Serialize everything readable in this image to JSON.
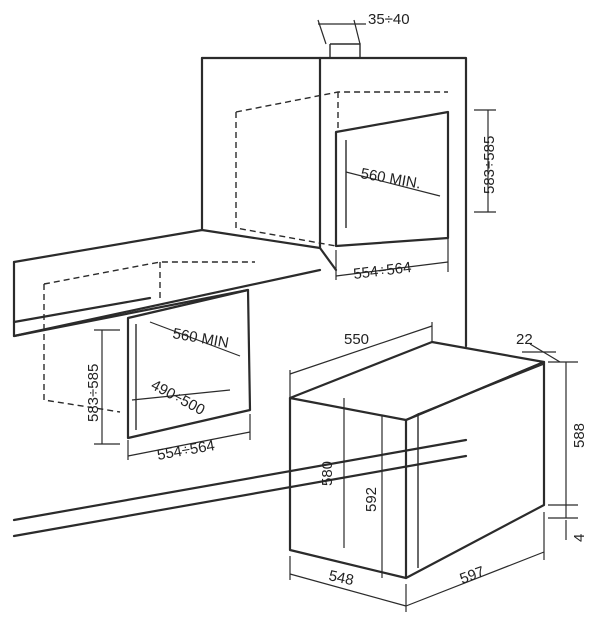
{
  "labels": {
    "top_offset": "35÷40",
    "upper_height": "583÷585",
    "upper_depth_min": "560 MIN.",
    "upper_width": "554÷564",
    "lower_height": "583÷585",
    "lower_depth_min": "560 MIN",
    "lower_inner_depth": "490÷500",
    "lower_width": "554÷564",
    "oven_depth_top": "550",
    "oven_front_gap": "22",
    "oven_height_right": "588",
    "oven_bottom_gap": "4",
    "oven_height_side": "580",
    "oven_height_front": "592",
    "oven_depth_bottom": "548",
    "oven_width": "597"
  }
}
